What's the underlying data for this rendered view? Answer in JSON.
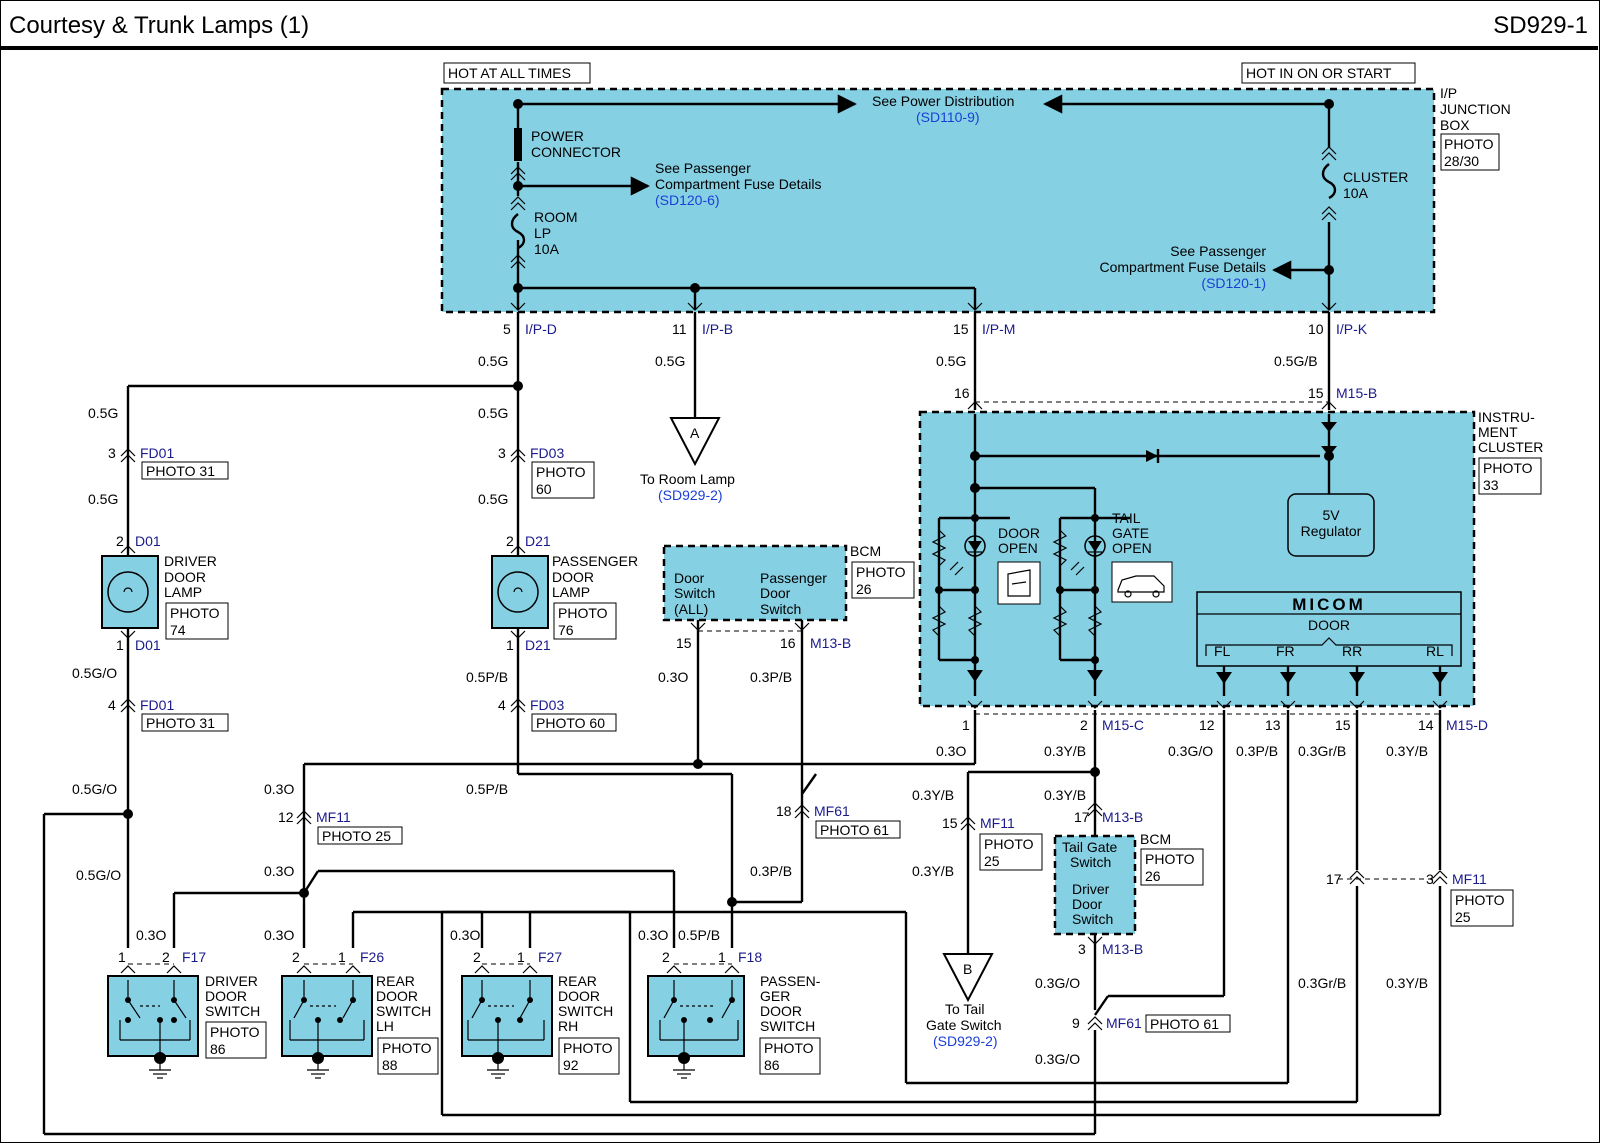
{
  "header": {
    "title": "Courtesy & Trunk Lamps (1)",
    "code": "SD929-1"
  },
  "ipjb": {
    "hot_all": "HOT AT ALL TIMES",
    "hot_on": "HOT IN ON OR START",
    "name": [
      "I/P",
      "JUNCTION",
      "BOX"
    ],
    "photo": [
      "PHOTO",
      "28/30"
    ],
    "power_dist": "See Power Distribution",
    "power_dist_ref": "(SD110-9)",
    "power_connector": [
      "POWER",
      "CONNECTOR"
    ],
    "pcfd_a": [
      "See Passenger",
      "Compartment Fuse Details"
    ],
    "pcfd_a_ref": "(SD120-6)",
    "room_fuse": [
      "ROOM",
      "LP",
      "10A"
    ],
    "cluster_fuse": [
      "CLUSTER",
      "10A"
    ],
    "pcfd_b": [
      "See Passenger",
      "Compartment Fuse Details"
    ],
    "pcfd_b_ref": "(SD120-1)"
  },
  "pins": {
    "ipd": {
      "num": "5",
      "con": "I/P-D"
    },
    "ipb": {
      "num": "11",
      "con": "I/P-B"
    },
    "ipm": {
      "num": "15",
      "con": "I/P-M"
    },
    "ipk": {
      "num": "10",
      "con": "I/P-K"
    }
  },
  "wires": {
    "w05g": "0.5G",
    "w05gb": "0.5G/B",
    "w05go": "0.5G/O",
    "w05pb": "0.5P/B",
    "w03o": "0.3O",
    "w03pb": "0.3P/B",
    "w03yb": "0.3Y/B",
    "w03go": "0.3G/O",
    "w03grb": "0.3Gr/B"
  },
  "offpage": {
    "a_letter": "A",
    "a_text": "To Room Lamp",
    "a_ref": "(SD929-2)",
    "b_letter": "B",
    "b_text": [
      "To Tail",
      "Gate Switch"
    ],
    "b_ref": "(SD929-2)"
  },
  "connectors": {
    "fd01": "FD01",
    "fd03": "FD03",
    "d01": "D01",
    "d21": "D21",
    "mf11": "MF11",
    "mf61": "MF61",
    "m13b": "M13-B",
    "m15b": "M15-B",
    "m15c": "M15-C",
    "m15d": "M15-D",
    "f17": "F17",
    "f26": "F26",
    "f27": "F27",
    "f18": "F18"
  },
  "pin_numbers": [
    "1",
    "2",
    "3",
    "4",
    "9",
    "12",
    "13",
    "14",
    "15",
    "16",
    "17",
    "18"
  ],
  "photos": {
    "p31": "PHOTO 31",
    "p60": "PHOTO 60",
    "p25": "PHOTO 25",
    "p61": "PHOTO 61",
    "word": "PHOTO",
    "n60": "60",
    "n74": "74",
    "n76": "76",
    "n26": "26",
    "n33": "33",
    "n25": "25",
    "n86": "86",
    "n88": "88",
    "n92": "92"
  },
  "lamps": {
    "driver": [
      "DRIVER",
      "DOOR",
      "LAMP"
    ],
    "passenger": [
      "PASSENGER",
      "DOOR",
      "LAMP"
    ]
  },
  "bcm": {
    "name": "BCM",
    "door_switch": [
      "Door",
      "Switch",
      "(ALL)"
    ],
    "pass_door_switch": [
      "Passenger",
      "Door",
      "Switch"
    ],
    "tail_gate_switch": [
      "Tail Gate",
      "Switch"
    ],
    "driver_door_switch": [
      "Driver",
      "Door",
      "Switch"
    ]
  },
  "cluster": {
    "name": [
      "INSTRU-",
      "MENT",
      "CLUSTER"
    ],
    "door_open": [
      "DOOR",
      "OPEN"
    ],
    "tail_gate_open": [
      "TAIL",
      "GATE",
      "OPEN"
    ],
    "regulator": [
      "5V",
      "Regulator"
    ],
    "micom": "MICOM",
    "door": "DOOR",
    "fl": "FL",
    "fr": "FR",
    "rr": "RR",
    "rl": "RL"
  },
  "switches": {
    "driver": [
      "DRIVER",
      "DOOR",
      "SWITCH"
    ],
    "rear_lh": [
      "REAR",
      "DOOR",
      "SWITCH",
      "LH"
    ],
    "rear_rh": [
      "REAR",
      "DOOR",
      "SWITCH",
      "RH"
    ],
    "passenger": [
      "PASSEN-",
      "GER",
      "DOOR",
      "SWITCH"
    ]
  },
  "colors": {
    "component_fill": "#86d0e4",
    "reference_text": "#1a3fd8",
    "connector_text": "#1a1a8c",
    "wire": "#000000"
  }
}
